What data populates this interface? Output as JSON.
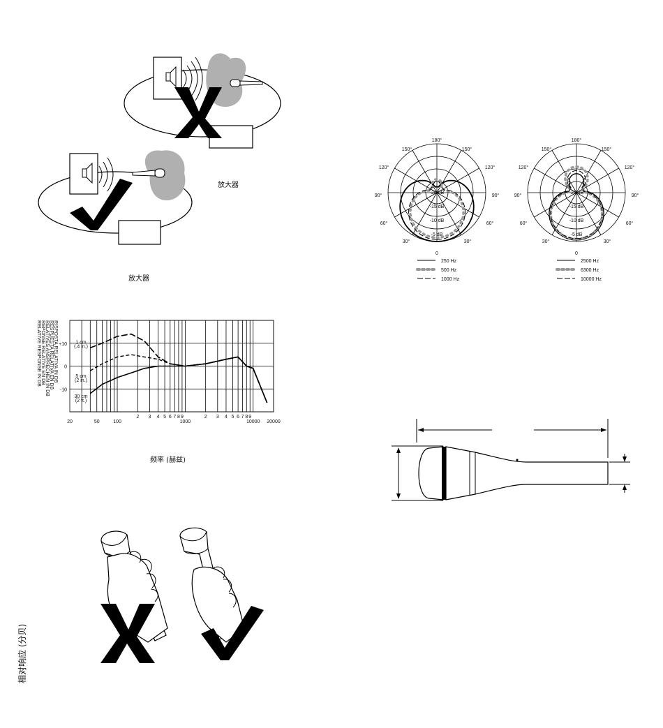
{
  "amp_label_top": "放大器",
  "amp_label_bottom": "放大器",
  "freq_chart": {
    "type": "line",
    "xlabel": "频率 (赫兹)",
    "ylabel": "相对响应 (分贝)",
    "side_labels": [
      "RELATIVE RESPONSE IN DB",
      "REPONSE RELATIVE EN DB",
      "RELATIVES ANSPRECHEN IN DB",
      "RESPUESTA RELATIVA EN DB",
      "RISPOSTA RELATIVA IN DB"
    ],
    "y_ticks": [
      "+10",
      "0",
      "-10"
    ],
    "x_ticks": [
      "20",
      "50",
      "100",
      "2",
      "3",
      "4",
      "5",
      "6",
      "7",
      "8",
      "9",
      "1000",
      "2",
      "3",
      "4",
      "5",
      "6",
      "7",
      "8",
      "9",
      "10000",
      "20000"
    ],
    "xlim": [
      20,
      20000
    ],
    "ylim": [
      -20,
      20
    ],
    "xscale": "log",
    "series": [
      {
        "name": "1 cm (.4 in.)",
        "x": [
          40,
          60,
          100,
          160,
          250,
          400,
          600,
          1000,
          2000,
          4000,
          6000,
          8000,
          10000,
          16000
        ],
        "y": [
          8,
          10,
          13,
          14,
          11,
          4,
          1,
          0,
          1,
          3,
          4,
          0,
          -1,
          -16
        ]
      },
      {
        "name": "5 cm (2 in.)",
        "x": [
          40,
          60,
          100,
          160,
          250,
          400,
          600,
          1000,
          2000,
          4000,
          6000,
          8000,
          10000,
          16000
        ],
        "y": [
          -2,
          1,
          4,
          5,
          4,
          3,
          1,
          0,
          1,
          3,
          4,
          0,
          -1,
          -16
        ]
      },
      {
        "name": "30 cm (2 ft.)",
        "x": [
          40,
          60,
          100,
          160,
          250,
          400,
          600,
          1000,
          2000,
          4000,
          6000,
          8000,
          10000,
          16000
        ],
        "y": [
          -12,
          -8,
          -5,
          -3,
          -1,
          0,
          0,
          0,
          1,
          3,
          4,
          0,
          -1,
          -16
        ]
      }
    ]
  },
  "polar_chart_left": {
    "type": "polar",
    "angle_labels": [
      "180°",
      "150°",
      "150°",
      "120°",
      "120°",
      "90°",
      "90°",
      "60°",
      "60°",
      "30°",
      "30°",
      "0"
    ],
    "ring_labels": [
      "-20 dB",
      "-15 dB",
      "-10 dB",
      "-5 dB"
    ],
    "legend": [
      {
        "label": "250  Hz",
        "style": "solid"
      },
      {
        "label": "500  Hz",
        "style": "dotted-gray"
      },
      {
        "label": "1000  Hz",
        "style": "dashed"
      }
    ]
  },
  "polar_chart_right": {
    "type": "polar",
    "angle_labels": [
      "180°",
      "150°",
      "150°",
      "120°",
      "120°",
      "90°",
      "90°",
      "60°",
      "60°",
      "30°",
      "30°",
      "0"
    ],
    "ring_labels": [
      "-20 dB",
      "-15 dB",
      "-10 dB",
      "-5 dB"
    ],
    "legend": [
      {
        "label": "2500  Hz",
        "style": "solid"
      },
      {
        "label": "6300  Hz",
        "style": "dotted-gray"
      },
      {
        "label": "10000  Hz",
        "style": "dashed"
      }
    ]
  },
  "colors": {
    "ink": "#000000",
    "pattern_gray": "#b0b0b0",
    "background": "#ffffff"
  }
}
